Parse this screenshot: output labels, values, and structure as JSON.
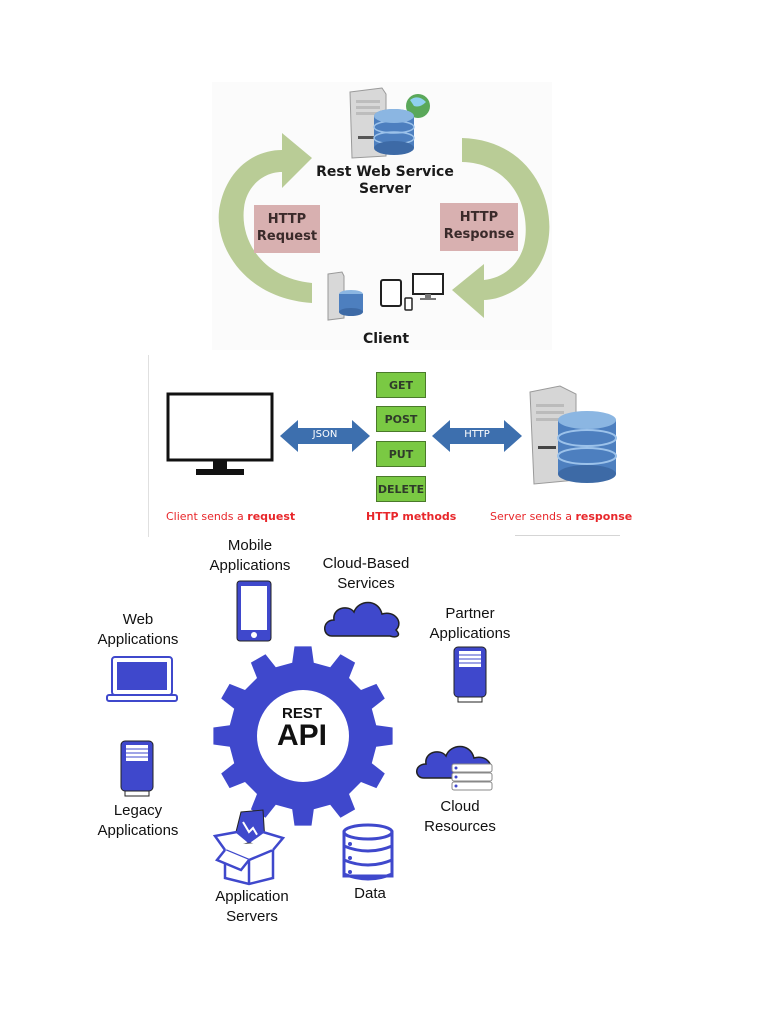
{
  "diagram1": {
    "server_label_line1": "Rest Web Service",
    "server_label_line2": "Server",
    "request_line1": "HTTP",
    "request_line2": "Request",
    "response_line1": "HTTP",
    "response_line2": "Response",
    "client_label": "Client",
    "colors": {
      "arrow": "#b9cc96",
      "label_box": "#d8b0b0"
    }
  },
  "diagram2": {
    "left_arrow_label": "JSON",
    "right_arrow_label": "HTTP",
    "methods": [
      "GET",
      "POST",
      "PUT",
      "DELETE"
    ],
    "client_caption_prefix": "Client sends a ",
    "client_caption_bold": "request",
    "methods_caption": "HTTP methods",
    "server_caption_prefix": "Server sends a ",
    "server_caption_bold": "response",
    "colors": {
      "method_box": "#7ac943",
      "arrow": "#3d6fae",
      "caption": "#e8262a"
    }
  },
  "diagram3": {
    "center_line1": "REST",
    "center_line2": "API",
    "nodes": [
      {
        "name": "mobile",
        "line1": "Mobile",
        "line2": "Applications",
        "icon": "smartphone-icon"
      },
      {
        "name": "cloud-services",
        "line1": "Cloud-Based",
        "line2": "Services",
        "icon": "cloud-icon"
      },
      {
        "name": "partner",
        "line1": "Partner",
        "line2": "Applications",
        "icon": "server-tower-icon"
      },
      {
        "name": "web",
        "line1": "Web",
        "line2": "Applications",
        "icon": "laptop-icon"
      },
      {
        "name": "legacy",
        "line1": "Legacy",
        "line2": "Applications",
        "icon": "server-tower-icon"
      },
      {
        "name": "cloud-resources",
        "line1": "Cloud",
        "line2": "Resources",
        "icon": "cloud-storage-icon"
      },
      {
        "name": "app-servers",
        "line1": "Application",
        "line2": "Servers",
        "icon": "open-box-icon"
      },
      {
        "name": "data",
        "line1": "Data",
        "line2": "",
        "icon": "database-icon"
      }
    ],
    "colors": {
      "accent": "#3f48cc"
    }
  }
}
